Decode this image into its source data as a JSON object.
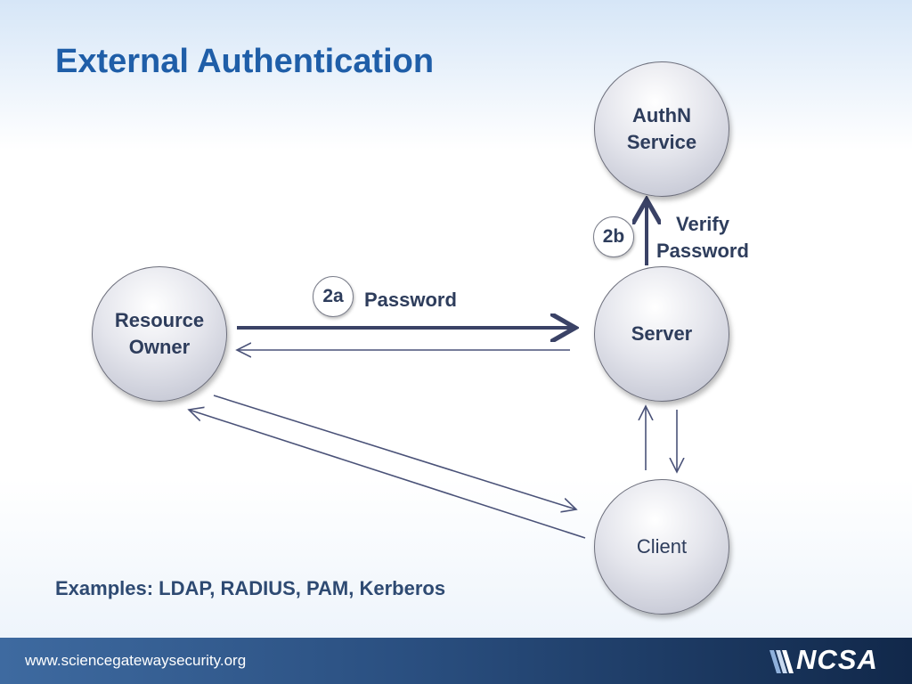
{
  "slide": {
    "title": "External Authentication",
    "examples": "Examples: LDAP, RADIUS, PAM, Kerberos"
  },
  "nodes": {
    "authn_service": "AuthN\nService",
    "resource_owner": "Resource\nOwner",
    "server": "Server",
    "client": "Client"
  },
  "badges": {
    "step_2a": "2a",
    "step_2b": "2b"
  },
  "edge_labels": {
    "password": "Password",
    "verify_password": "Verify\nPassword"
  },
  "footer": {
    "url": "www.sciencegatewaysecurity.org",
    "logo_text": "NCSA"
  },
  "colors": {
    "title": "#1f5ea8",
    "node_text": "#2e3d5c",
    "arrow_bold": "#3a4266",
    "arrow_thin": "#4a5278",
    "footer_dark": "#11284a"
  }
}
